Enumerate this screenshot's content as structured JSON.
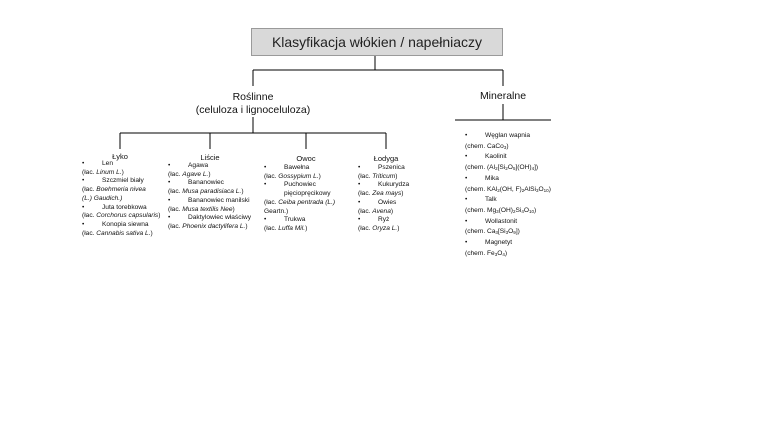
{
  "title": "Klasyfikacja włókien / napełniaczy",
  "branches": {
    "plant": {
      "line1": "Roślinne",
      "line2": "(celuloza i lignoceluloza)"
    },
    "mineral": {
      "label": "Mineralne"
    }
  },
  "plant_groups": [
    {
      "label": "Łyko",
      "items": [
        {
          "name": "Len",
          "latin_prefix": "łac. ",
          "latin": "Linum L.",
          "latin_suffix": ""
        },
        {
          "name": "Szczmiel biały",
          "latin_prefix": "łac. ",
          "latin": "Boehmeria nivea",
          "latin_cont": "(L.) Gaudich.)"
        },
        {
          "name": "Juta torebkowa",
          "latin_prefix": "łac. ",
          "latin": "Corchorus capsularis",
          "latin_suffix": ""
        },
        {
          "name": "Konopia siewna",
          "latin_prefix": "łac. ",
          "latin": "Cannabis sativa L.",
          "latin_suffix": ""
        }
      ]
    },
    {
      "label": "Liście",
      "items": [
        {
          "name": "Agawa",
          "latin_prefix": "łac. ",
          "latin": "Agave L.",
          "latin_suffix": ""
        },
        {
          "name": "Bananowiec",
          "latin_prefix": "łac. ",
          "latin": "Musa paradisiaca L.",
          "latin_suffix": ""
        },
        {
          "name": "Bananowiec manilski",
          "latin_prefix": "łac. ",
          "latin": "Musa textilis Nee",
          "latin_suffix": ""
        },
        {
          "name": "Daktylowiec właściwy",
          "latin_prefix": "łac. ",
          "latin": "Phoenix dactylifera L.",
          "latin_suffix": ""
        }
      ]
    },
    {
      "label": "Owoc",
      "items": [
        {
          "name": "Bawełna",
          "latin_prefix": "łac. ",
          "latin": "Gossypium L.",
          "latin_suffix": ""
        },
        {
          "name": "Puchowiec",
          "name2": "pięciopręcikowy",
          "latin_prefix": "łac. ",
          "latin": "Ceiba pentrada (L.)",
          "latin_cont": "Geartn.)"
        },
        {
          "name": "Trukwa",
          "latin_prefix": "łac. ",
          "latin": "Luffa Mil.",
          "latin_suffix": ""
        }
      ]
    },
    {
      "label": "Łodyga",
      "items": [
        {
          "name": "Pszenica",
          "latin_prefix": "łac. ",
          "latin": "Triticum",
          "latin_suffix": ""
        },
        {
          "name": "Kukurydza",
          "latin_prefix": "łac. ",
          "latin": "Zea mays",
          "latin_suffix": ""
        },
        {
          "name": "Owies",
          "latin_prefix": "łac. ",
          "latin": "Avena",
          "latin_suffix": ""
        },
        {
          "name": "Ryż",
          "latin_prefix": "łac. ",
          "latin": "Oryza L.",
          "latin_suffix": ""
        }
      ]
    }
  ],
  "minerals": [
    {
      "name": "Węglan wapnia",
      "formula_parts": [
        "chem. CaCo",
        "3",
        ")"
      ]
    },
    {
      "name": "Kaolinit",
      "formula_parts": [
        "chem. (Al",
        "2",
        "[Si",
        "2",
        "O",
        "5",
        "](OH)",
        "4",
        "])"
      ]
    },
    {
      "name": "Mika",
      "formula_parts": [
        "chem. KAl",
        "2",
        "(OH, F)",
        "2",
        "AlSi",
        "3",
        "O",
        "10",
        ")"
      ]
    },
    {
      "name": "Talk",
      "formula_parts": [
        "chem. Mg",
        "3",
        "(OH)",
        "2",
        "Si",
        "4",
        "O",
        "10",
        ")"
      ]
    },
    {
      "name": "Wollastonit",
      "formula_parts": [
        "chem. Ca",
        "3",
        "[Si",
        "3",
        "O",
        "9",
        "])"
      ]
    },
    {
      "name": "Magnetyt",
      "formula_parts": [
        "chem. Fe",
        "3",
        "O",
        "4",
        ")"
      ]
    }
  ],
  "bullet_char": "•"
}
